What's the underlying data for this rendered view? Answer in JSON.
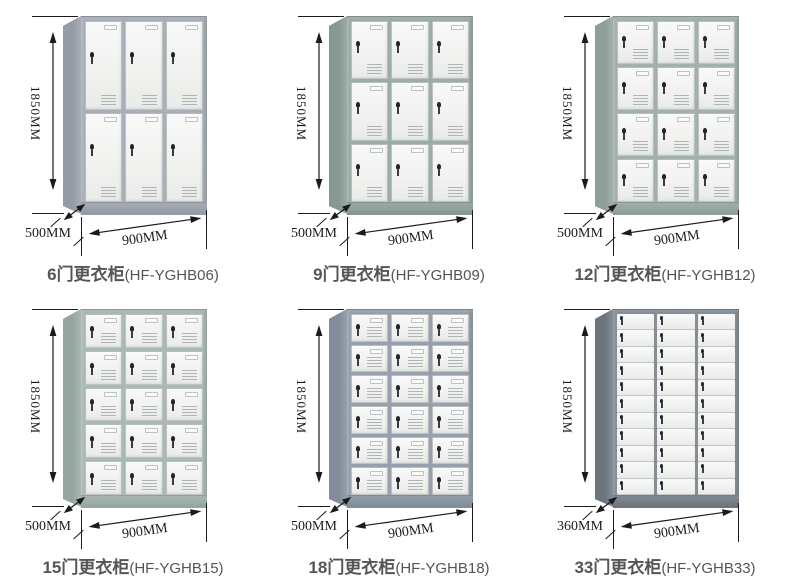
{
  "page": {
    "background": "#ffffff",
    "text_color": "#545557",
    "dimension_text_color": "#1b1b1b"
  },
  "products": [
    {
      "name_cn": "6门更衣柜",
      "code": "(HF-YGHB06)",
      "doors": 6,
      "cols": 3,
      "rows": 2,
      "dims": {
        "height": "1850MM",
        "depth": "500MM",
        "width": "900MM"
      },
      "colors": {
        "frame": "#a9afb8",
        "side": "#959ba7",
        "door": "#f4f5f4"
      }
    },
    {
      "name_cn": "9门更衣柜",
      "code": "(HF-YGHB09)",
      "doors": 9,
      "cols": 3,
      "rows": 3,
      "dims": {
        "height": "1850MM",
        "depth": "500MM",
        "width": "900MM"
      },
      "colors": {
        "frame": "#9caca6",
        "side": "#879791",
        "door": "#f4f5f4"
      }
    },
    {
      "name_cn": "12门更衣柜",
      "code": "(HF-YGHB12)",
      "doors": 12,
      "cols": 3,
      "rows": 4,
      "dims": {
        "height": "1850MM",
        "depth": "500MM",
        "width": "900MM"
      },
      "colors": {
        "frame": "#a3b1ad",
        "side": "#8e9e98",
        "door": "#f4f5f4"
      }
    },
    {
      "name_cn": "15门更衣柜",
      "code": "(HF-YGHB15)",
      "doors": 15,
      "cols": 3,
      "rows": 5,
      "dims": {
        "height": "1850MM",
        "depth": "500MM",
        "width": "900MM"
      },
      "colors": {
        "frame": "#abb9b3",
        "side": "#95a59f",
        "door": "#f4f5f4"
      }
    },
    {
      "name_cn": "18门更衣柜",
      "code": "(HF-YGHB18)",
      "doors": 18,
      "cols": 3,
      "rows": 6,
      "dims": {
        "height": "1850MM",
        "depth": "500MM",
        "width": "900MM"
      },
      "colors": {
        "frame": "#96a1ad",
        "side": "#818d9a",
        "door": "#f4f5f4"
      }
    },
    {
      "name_cn": "33门更衣柜",
      "code": "(HF-YGHB33)",
      "doors": 33,
      "cols": 3,
      "rows": 11,
      "dims": {
        "height": "1850MM",
        "depth": "360MM",
        "width": "900MM"
      },
      "colors": {
        "frame": "#868e96",
        "side": "#6c747d",
        "door": "#f4f5f4"
      }
    }
  ]
}
